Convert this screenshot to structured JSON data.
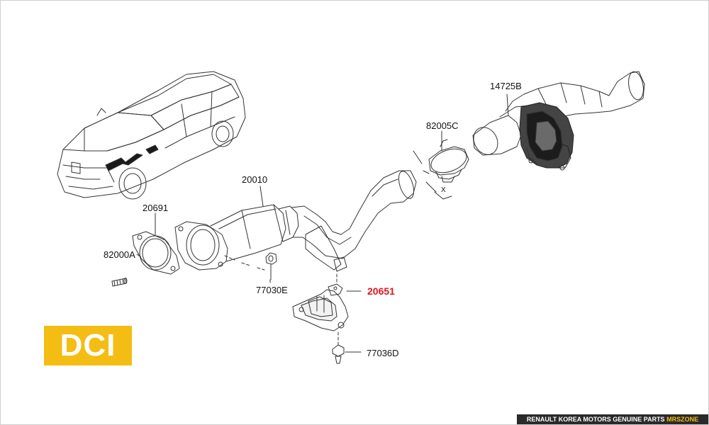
{
  "labels": {
    "p14725B": "14725B",
    "p82005C": "82005C",
    "p20010": "20010",
    "p20691": "20691",
    "p82000A": "82000A",
    "p77030E": "77030E",
    "p20651": "20651",
    "p77036D": "77036D",
    "x_marker": "X"
  },
  "badge": {
    "text": "DCI"
  },
  "footer": {
    "text": "RENAULT KOREA MOTORS GENUINE PARTS",
    "brand": "MRSZONE"
  },
  "colors": {
    "highlight": "#e0141e",
    "badge": "#f4bd14",
    "footer_bg": "#2a2a2a"
  }
}
